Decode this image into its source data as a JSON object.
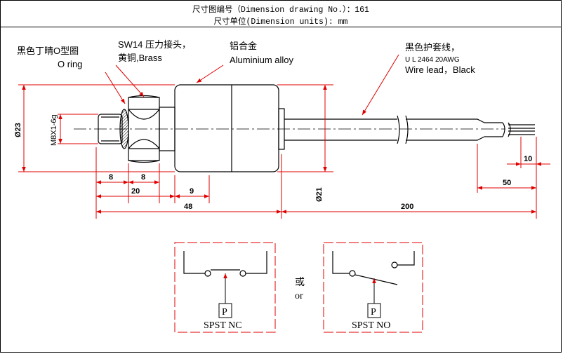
{
  "header": {
    "line1": "尺寸图编号（Dimension drawing No.）：161",
    "line2": "尺寸单位(Dimension units): mm"
  },
  "labels": {
    "oring_cn": "黑色丁晴O型圈",
    "oring_en": "O ring",
    "fitting_cn": "SW14 压力接头，",
    "fitting_en": "黄铜,Brass",
    "alloy_cn": "铝合金",
    "alloy_en": "Aluminium alloy",
    "wire_cn": "黑色护套线，",
    "wire_spec": "U L 2464 20AWG",
    "wire_en": "Wire lead，Black",
    "thread": "M8X1-6g"
  },
  "dimensions": {
    "d23": "Ø23",
    "d21": "Ø21",
    "w8a": "8",
    "w8b": "8",
    "w20": "20",
    "w9": "9",
    "w48": "48",
    "w200": "200",
    "w50": "50",
    "w10": "10"
  },
  "switches": {
    "nc_label": "SPST  NC",
    "no_label": "SPST  NO",
    "p_label": "P",
    "or_cn": "或",
    "or_en": "or"
  },
  "colors": {
    "dimension_line": "#e00000",
    "outline": "#000000"
  }
}
